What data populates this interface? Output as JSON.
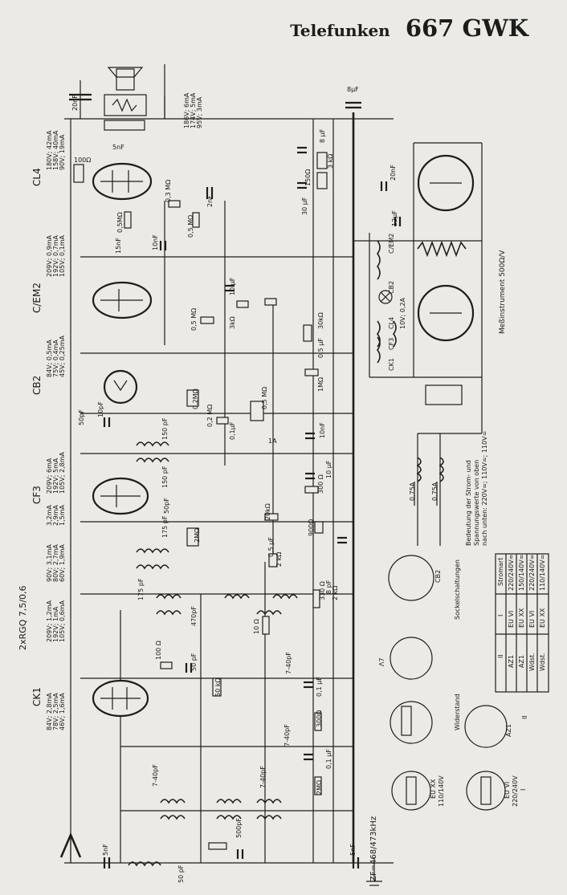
{
  "header": {
    "brand": "Telefunken",
    "model": "667 GWK"
  },
  "tubes": {
    "cl4": {
      "name": "CL4",
      "values": [
        "180V; 42mA",
        "158V; 40mA",
        "90V; 19mA"
      ]
    },
    "cem2": {
      "name": "C/EM2",
      "values": [
        "209V; 0,9mA",
        "192V; 0,7mA",
        "105V; 0,1mA"
      ]
    },
    "cb2": {
      "name": "CB2",
      "values": [
        "84V; 0,5mA",
        "75V; 0,4mA",
        "45V; 0,25mA"
      ]
    },
    "cf3": {
      "name": "CF3",
      "values": [
        "209V; 6mA",
        "192V; 5mA",
        "105V; 2,8mA",
        "3,2mA",
        "2,9mA",
        "1,5mA"
      ]
    },
    "ck1": {
      "name": "CK1",
      "values": [
        "84V; 2,8mA",
        "78V; 2,5mA",
        "46V; 1,6mA",
        "209V; 1,2mA",
        "192V; 1mA",
        "105V; 0,6mA",
        "90V; 3,1mA",
        "80V; 2,7mA",
        "60V; 1,9mA"
      ]
    },
    "rectifier_label": "2xRGQ 7,5/0,6"
  },
  "top_values": [
    "186V; 6mA",
    "174V; 5mA",
    "95V; 3mA"
  ],
  "components": {
    "c20nf_top": "20nF",
    "c8uf_top": "8µF",
    "r100": "100Ω",
    "c5nf": "5nF",
    "r150": "150Ω",
    "r3k": "3 kΩ",
    "c8uf": "8 µF",
    "c30uf": "30 µF",
    "c20nf_r": "20nF",
    "r03m": "0,3 MΩ",
    "c2nf": "2nF",
    "r05m": "0,5MΩ",
    "p05m": "0,5 MΩ",
    "c15nf": "15nF",
    "c10nf": "10nF",
    "c12uf": "12µF",
    "c10uf": "10 µF",
    "r3kb": "3kΩ",
    "r05m2": "0,5 MΩ",
    "r30k": "30kΩ",
    "c05uf": "0,5 µF",
    "r1m": "1MΩ",
    "c50pf": "50pF",
    "c10pf": "10pF",
    "r02m": "0,2MΩ",
    "r02m2": "0,2 MΩ",
    "c01uf": "0,1µF",
    "p05m2": "0,5 MΩ",
    "c10nf2": "10nF",
    "c150pf": "150 pF",
    "c150pf2": "150 pF",
    "c300": "300 Ω",
    "c10uf2": "10 µF",
    "c50pf2": "50pF",
    "c175pf": "175 pF",
    "r2m": "2MΩ",
    "r20k": "20kΩ",
    "r900": "900Ω",
    "c05uf2": "0,5 µF",
    "r2k": "2 kΩ",
    "c175pf2": "175 pF",
    "c470pf": "470pF",
    "r330": "330 Ω",
    "c8pf": "8 pF",
    "r2k2": "2 kΩ",
    "r100b": "100 Ω",
    "r10": "10 Ω",
    "c7_40pf": "7-40pF",
    "c7_40pf_b": "7-40pF",
    "c7_40pf_c": "7-40pF",
    "c7_40pf_d": "7-40pF",
    "c50pf3": "50 pF",
    "r50k": "50 kΩ",
    "c01uf2": "0,1 µF",
    "r300b": "300Ω",
    "r2m2": "2MΩ",
    "c01uf3": "0,1 µF",
    "c500pf": "500pF",
    "c5nf_b": "5nF",
    "c5nf_c": "5nF",
    "c50pf4": "50 pF",
    "zf": "ZF=468/473kHz",
    "cb2_lamp": "CB2",
    "cem2_fil": "C/EM2",
    "cl4_fil": "CL4",
    "cf3_fil": "CF3",
    "ck1_fil": "CK1",
    "lamp_rating": "10V; 0,2A",
    "fuse_a": "0,75A",
    "fuse_b": "0,75A",
    "fuse_tag": "1A",
    "meter_note": "Meßinstrument 500Ω/V"
  },
  "legend": {
    "note_lines": [
      "Bedeutung der Strom- und",
      "Spannungswerte von oben",
      "nach unten: 220V≈; 110V≈; 110V="
    ],
    "socket_title": "Sockelschaltungen",
    "widerstand": "Widerstand",
    "table": {
      "headers": [
        "Stromart",
        "I",
        "II"
      ],
      "rows": [
        [
          "220/240V≈",
          "EU VI",
          "AZ1"
        ],
        [
          "150/140V≈",
          "EU XX",
          "AZ1"
        ],
        [
          "220/240V=",
          "EU VI",
          "Wdst."
        ],
        [
          "110/140V=",
          "EU XX",
          "Wdst."
        ]
      ]
    },
    "sockets": [
      "CB2",
      "Λ7"
    ],
    "sock_labels": [
      "AZ1",
      "II",
      "EU XX",
      "110/140V",
      "EU VI",
      "220/240V",
      "I"
    ]
  }
}
